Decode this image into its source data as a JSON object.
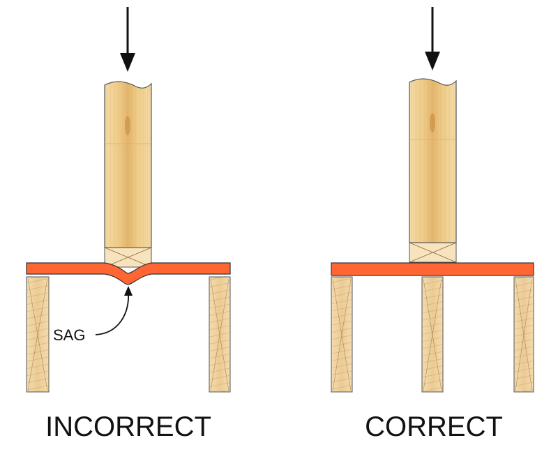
{
  "panels": {
    "incorrect": {
      "caption": "INCORRECT",
      "callout": "SAG"
    },
    "correct": {
      "caption": "CORRECT"
    }
  },
  "colors": {
    "wood_light": "#f3d79f",
    "wood_mid": "#ecc27a",
    "wood_grain": "#c99a52",
    "wood_outline": "#555555",
    "plate": "#ff6633",
    "ink": "#111111"
  }
}
